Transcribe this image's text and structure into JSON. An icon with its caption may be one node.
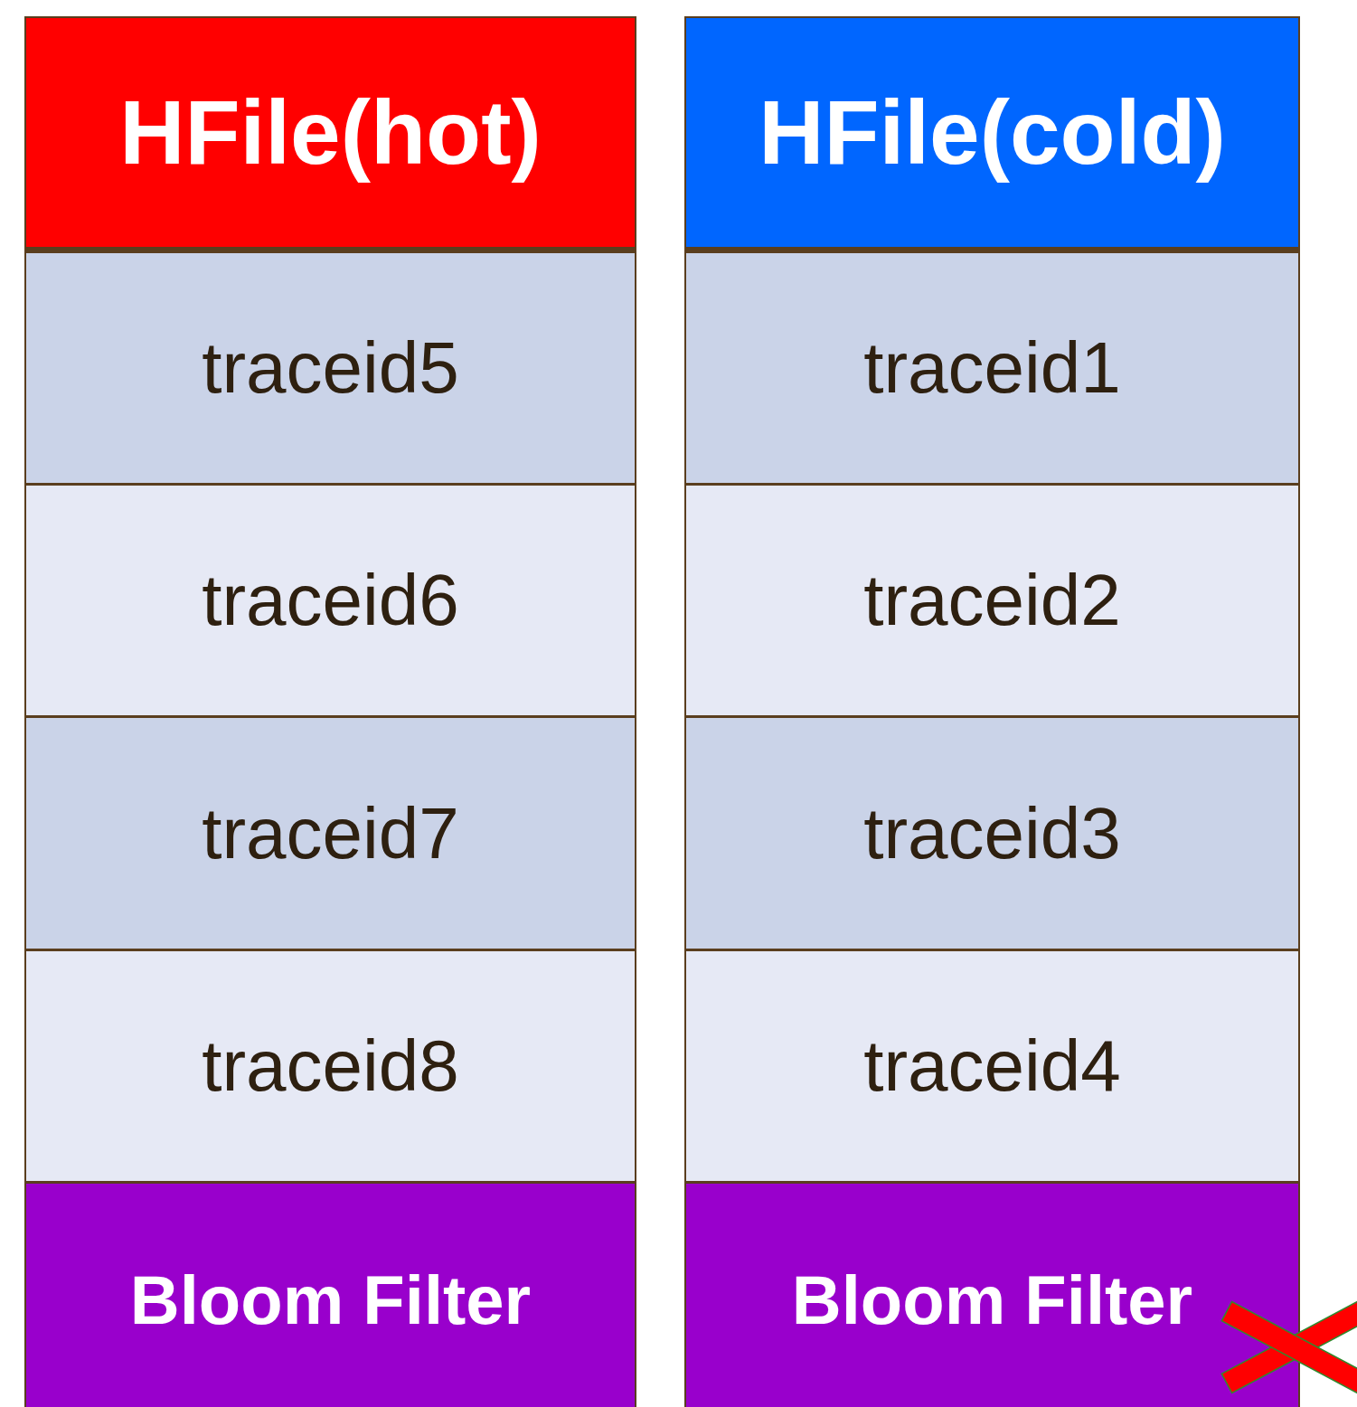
{
  "diagram": {
    "nodes": [
      {
        "text": [
          "HFile(hot)"
        ]
      },
      {
        "text": [
          "traceid5"
        ]
      },
      {
        "text": [
          "traceid6"
        ]
      },
      {
        "text": [
          "traceid7"
        ]
      },
      {
        "text": [
          "traceid8"
        ]
      },
      {
        "text": [
          "Bloom Filter"
        ]
      },
      {
        "text": [
          "HFile(cold)"
        ]
      },
      {
        "text": [
          "traceid1"
        ]
      },
      {
        "text": [
          "traceid2"
        ]
      },
      {
        "text": [
          "traceid3"
        ]
      },
      {
        "text": [
          "traceid4"
        ]
      },
      {
        "text": [
          "Bloom Filter"
        ]
      }
    ]
  }
}
